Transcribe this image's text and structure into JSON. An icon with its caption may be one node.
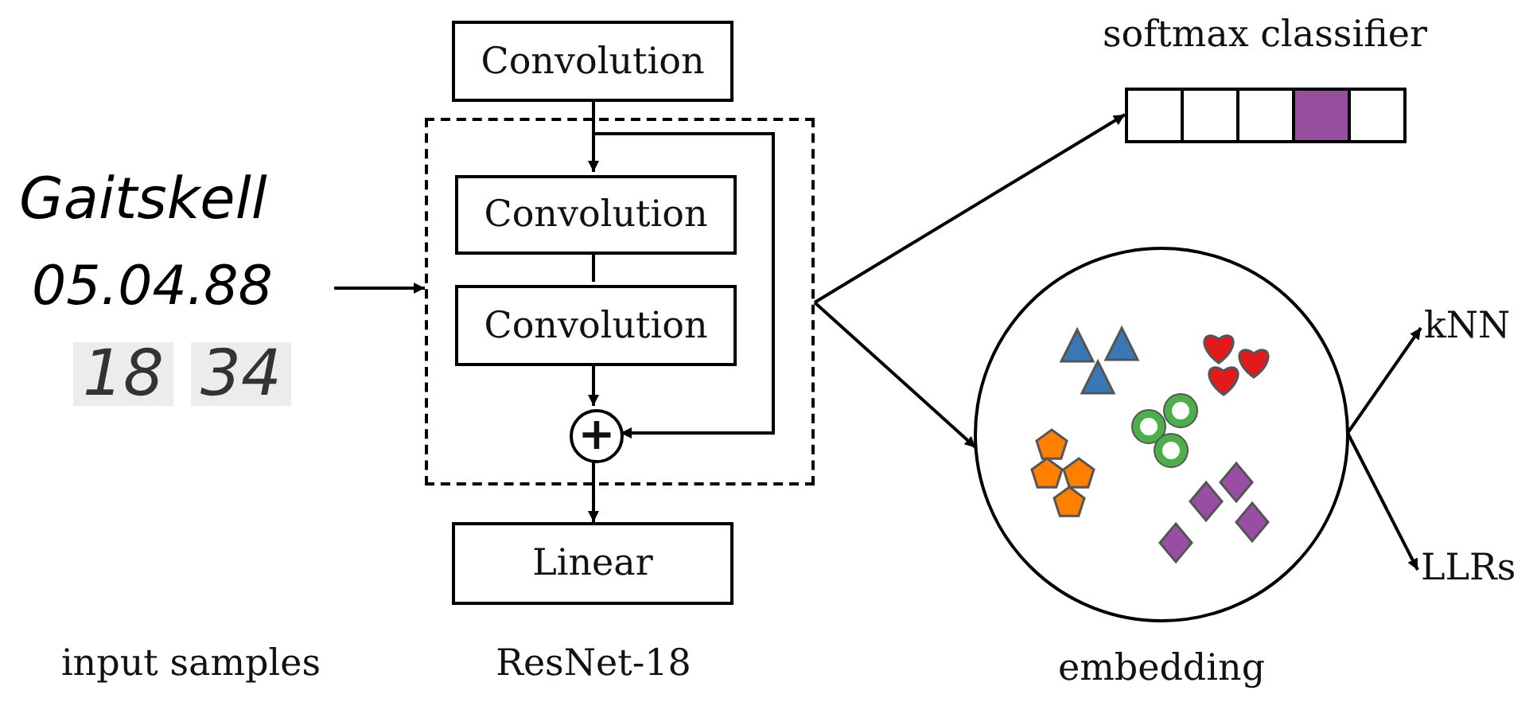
{
  "diagram": {
    "nodes": [
      {
        "text": [
          "Gaitskell",
          "05.04.88",
          "18",
          "34"
        ]
      },
      {
        "text": [
          "Convolution"
        ]
      },
      {
        "text": [],
        "shape": "box"
      },
      {
        "text": [
          "Convolution"
        ],
        "in": 2
      },
      {
        "text": [
          "Convolution"
        ],
        "in": 2
      },
      {
        "text": [
          "+"
        ],
        "in": 2
      },
      {
        "text": [
          "Linear"
        ]
      },
      {
        "text": [
          "softmax classifier"
        ]
      },
      {
        "text": [
          "embedding"
        ]
      },
      {
        "text": [
          "kNN"
        ]
      },
      {
        "text": [
          "LLRs"
        ]
      }
    ],
    "edges": [
      {
        "from": 0,
        "to": 2,
        "arrow": "to"
      },
      {
        "from": 1,
        "to": 3,
        "arrow": "to"
      },
      {
        "from": 3,
        "to": 4,
        "arrow": "none"
      },
      {
        "from": 4,
        "to": 5,
        "arrow": "to"
      },
      {
        "from": 1,
        "to": 5,
        "arrow": "to"
      },
      {
        "from": 5,
        "to": 6,
        "arrow": "to"
      },
      {
        "from": 2,
        "to": 7,
        "arrow": "to"
      },
      {
        "from": 2,
        "to": 8,
        "arrow": "to"
      },
      {
        "from": 8,
        "to": 9,
        "arrow": "to"
      },
      {
        "from": 8,
        "to": 10,
        "arrow": "to"
      }
    ],
    "labels": [
      "input samples",
      "ResNet-18"
    ]
  }
}
